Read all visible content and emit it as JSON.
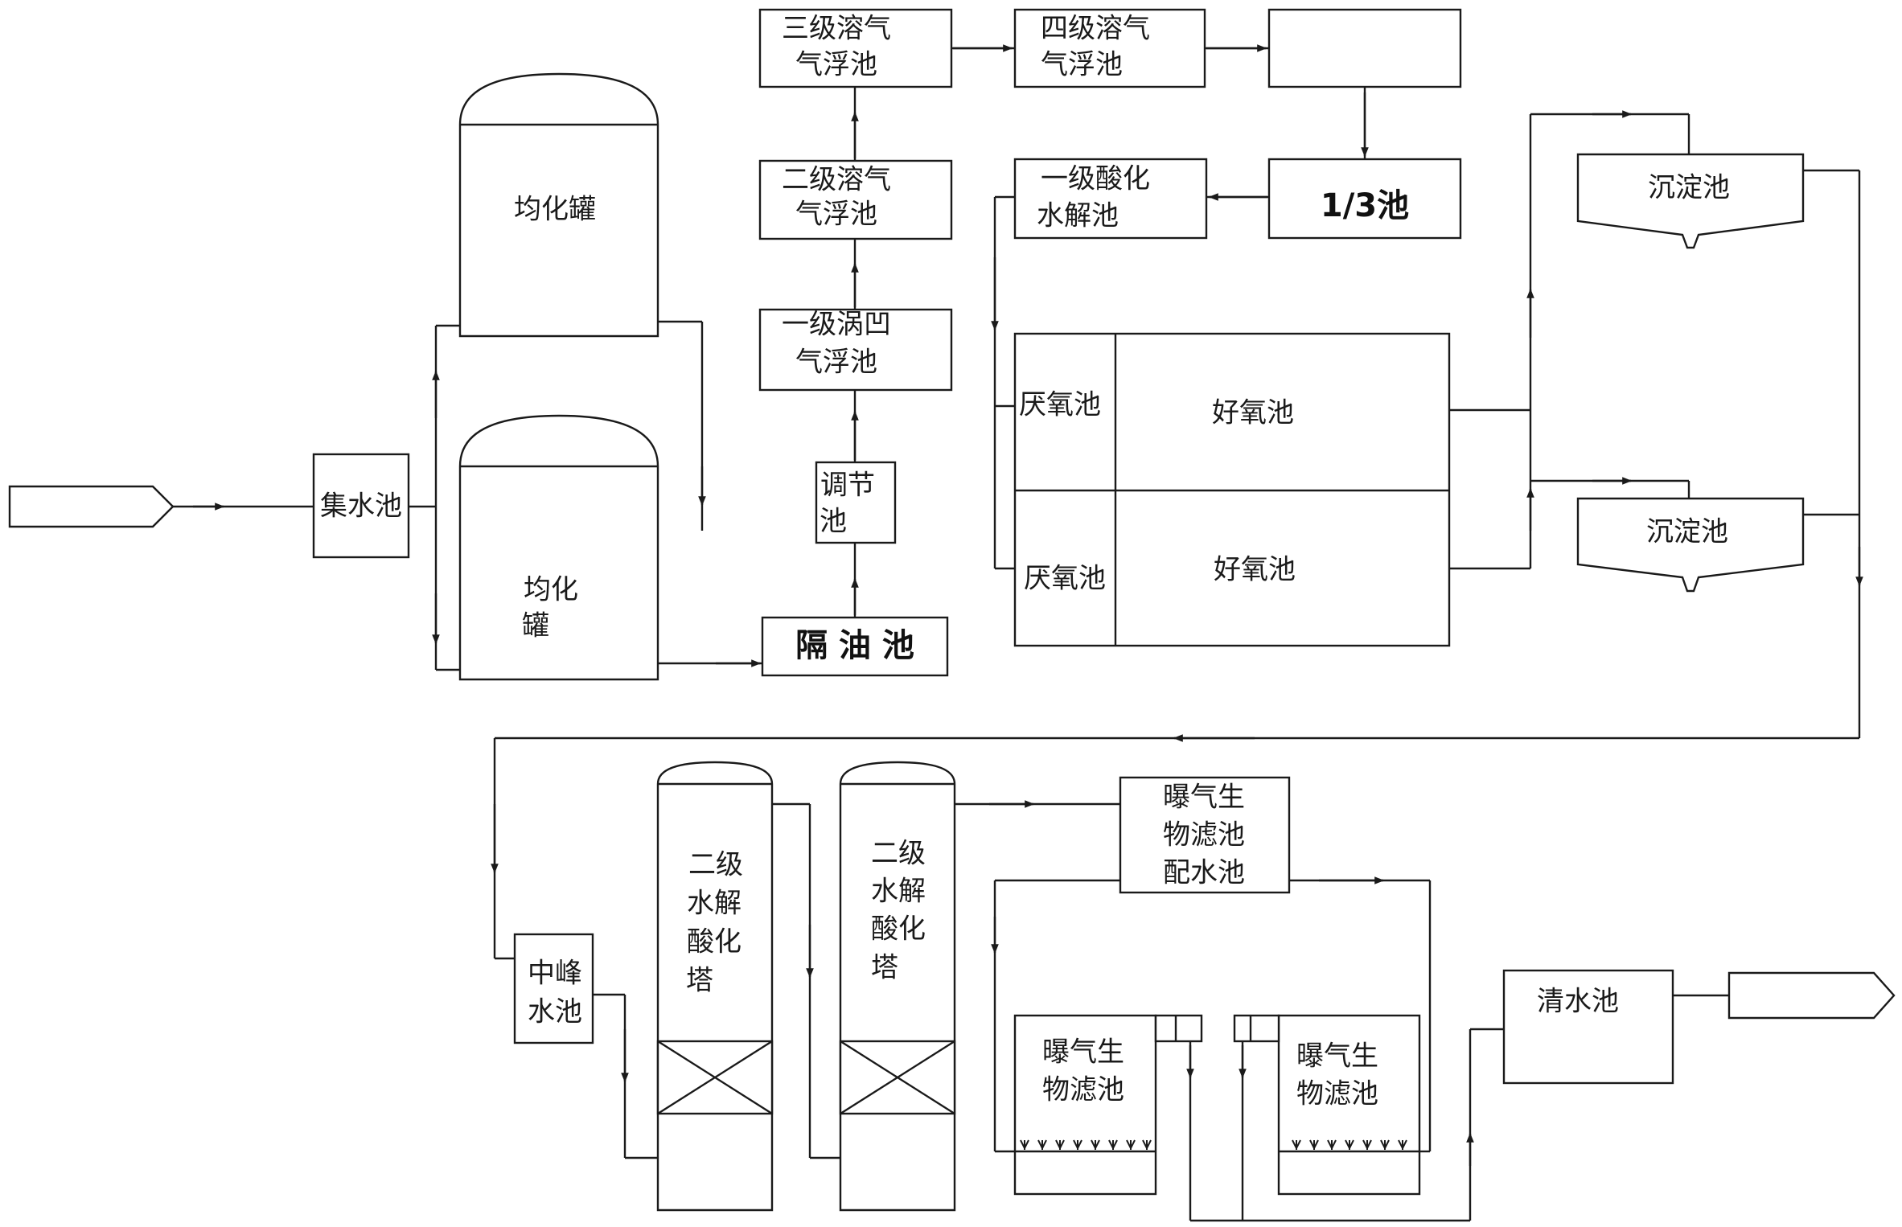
{
  "diagram": {
    "labels": {
      "t_jishui": "集水池",
      "t_junhua_top": "均化罐",
      "t_junhua_bot1": "均化",
      "t_junhua_bot2": "罐",
      "t_geyou": "隔 油 池",
      "t_tiaojie1": "调节",
      "t_tiaojie2": "池",
      "t_wotu1": "一级涡凹",
      "t_wotu2": "气浮池",
      "t_rq2a": "二级溶气",
      "t_rq2b": "气浮池",
      "t_rq3a": "三级溶气",
      "t_rq3b": "气浮池",
      "t_rq4a": "四级溶气",
      "t_rq4b": "气浮池",
      "t_third": "1/3池",
      "t_sh1a": "一级酸化",
      "t_sh1b": "水解池",
      "t_yy1": "厌氧池",
      "t_hy1": "好氧池",
      "t_yy2": "厌氧池",
      "t_hy2": "好氧池",
      "t_cd1": "沉淀池",
      "t_cd2": "沉淀池",
      "t_zf1": "中峰",
      "t_zf2": "水池",
      "t_t1a": "二级",
      "t_t1b": "水解",
      "t_t1c": "酸化",
      "t_t1d": "塔",
      "t_t2a": "二级",
      "t_t2b": "水解",
      "t_t2c": "酸化",
      "t_t2d": "塔",
      "t_ps1": "曝气生",
      "t_ps2": "物滤池",
      "t_ps3": "配水池",
      "t_bf1a": "曝气生",
      "t_bf1b": "物滤池",
      "t_bf2a": "曝气生",
      "t_bf2b": "物滤池",
      "t_qs": "清水池"
    }
  }
}
